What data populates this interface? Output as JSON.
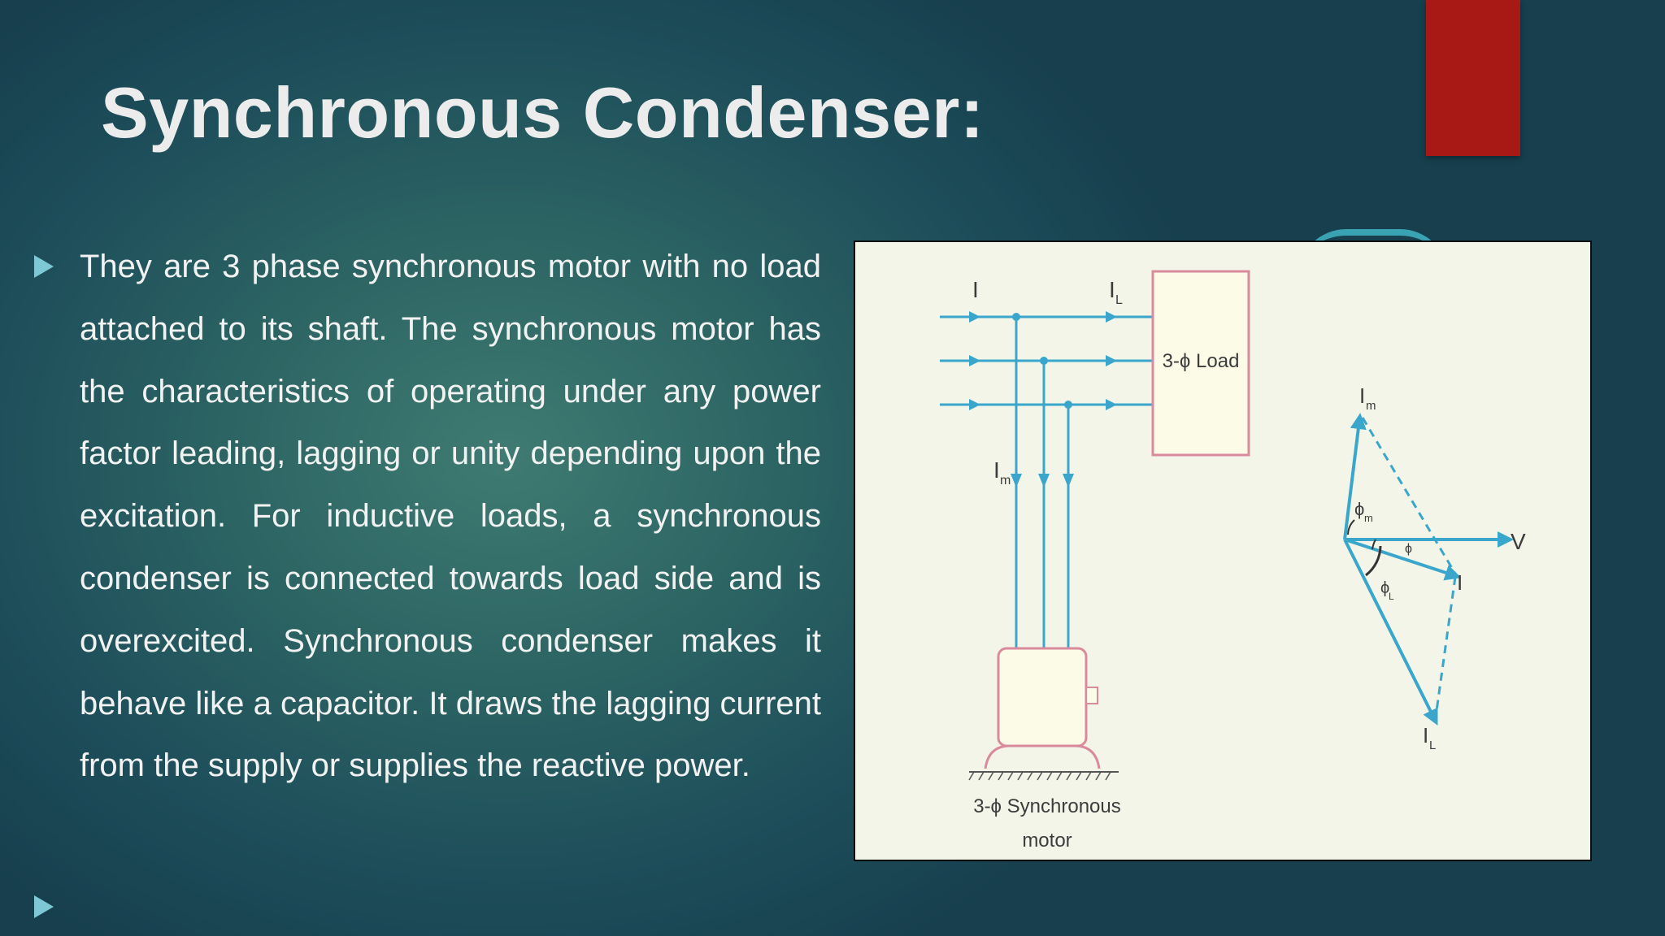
{
  "slide": {
    "title": "Synchronous Condenser:",
    "body": "They are 3 phase synchronous motor with no load attached to its shaft.  The synchronous motor has the characteristics of operating under any   power factor leading, lagging or unity depending upon the excitation. For  inductive loads, a synchronous condenser is connected towards load side    and is overexcited. Synchronous condenser makes it behave like a capacitor. It draws the lagging current from the supply or supplies the  reactive power."
  },
  "figure": {
    "load_label": "3-ϕ Load",
    "motor_label_line1": "3-ϕ Synchronous",
    "motor_label_line2": "motor",
    "current_i": "I",
    "current_il": "I",
    "current_il_sub": "L",
    "current_im": "I",
    "current_im_sub": "m",
    "phasor_v": "V",
    "phasor_i": "I",
    "phasor_im": "I",
    "phasor_im_sub": "m",
    "phasor_il": "I",
    "phasor_il_sub": "L",
    "angle_phi": "ϕ",
    "angle_phim": "ϕ",
    "angle_phim_sub": "m",
    "angle_phil": "ϕ",
    "angle_phil_sub": "L"
  },
  "colors": {
    "accent_red": "#a81916",
    "bullet": "#7ec8d6",
    "wire": "#3aa6cc",
    "load_border": "#d98a9c",
    "figure_bg": "#f3f5e8"
  }
}
